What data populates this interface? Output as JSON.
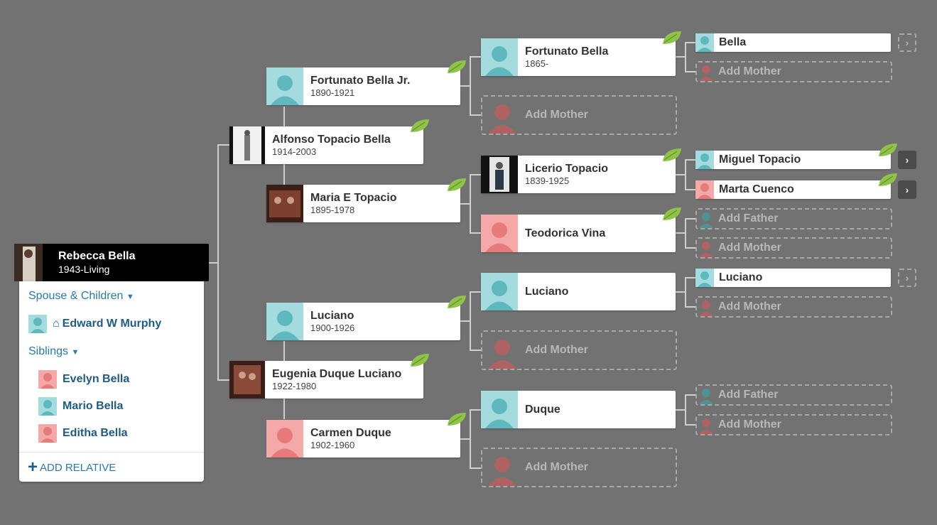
{
  "home": {
    "name": "Rebecca Bella",
    "dates": "1943-Living",
    "spouse_section": "Spouse & Children",
    "spouse": "Edward W Murphy",
    "siblings_section": "Siblings",
    "siblings": [
      "Evelyn Bella",
      "Mario Bella",
      "Editha Bella"
    ],
    "add_relative": "ADD RELATIVE"
  },
  "gen1": {
    "father": {
      "name": "Alfonso Topacio Bella",
      "dates": "1914-2003"
    },
    "mother": {
      "name": "Eugenia Duque Luciano",
      "dates": "1922-1980"
    }
  },
  "gen2": {
    "ff": {
      "name": "Fortunato Bella Jr.",
      "dates": "1890-1921"
    },
    "fm": {
      "name": "Maria E Topacio",
      "dates": "1895-1978"
    },
    "mf": {
      "name": "Luciano",
      "dates": "1900-1926"
    },
    "mm": {
      "name": "Carmen Duque",
      "dates": "1902-1960"
    }
  },
  "gen3": {
    "fff": {
      "name": "Fortunato Bella",
      "dates": "1865-"
    },
    "fmf": {
      "name": "Licerio Topacio",
      "dates": "1839-1925"
    },
    "fmm": {
      "name": "Teodorica Vina"
    },
    "mff": {
      "name": "Luciano"
    },
    "mmf": {
      "name": "Duque"
    }
  },
  "gen4": {
    "bella": "Bella",
    "miguel": "Miguel Topacio",
    "marta": "Marta Cuenco",
    "luciano": "Luciano"
  },
  "labels": {
    "add_mother": "Add Mother",
    "add_father": "Add Father"
  },
  "icons": {
    "leaf": "leaf-hint-icon",
    "arrow": "chevron-right-icon",
    "home": "home-icon",
    "caret": "chevron-down-icon",
    "plus": "plus-icon"
  },
  "colors": {
    "background": "#727272",
    "male": "#a3dbdf",
    "female": "#f4a8a8",
    "leaf": "#8fc449",
    "link": "#2a7aa8"
  }
}
